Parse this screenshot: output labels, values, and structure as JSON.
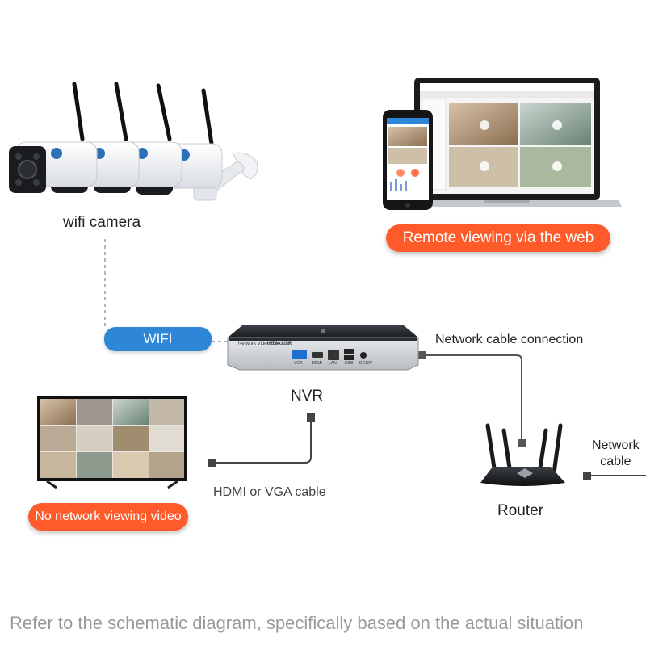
{
  "labels": {
    "wifi_camera": "wifi camera",
    "remote_viewing": "Remote viewing via the web",
    "wifi": "WIFI",
    "network_cable_connection": "Network cable connection",
    "nvr": "NVR",
    "hdmi_vga": "HDMI or VGA cable",
    "no_network_viewing": "No network viewing video",
    "router": "Router",
    "network_cable_line1": "Network",
    "network_cable_line2": "cable",
    "footer": "Refer to the schematic diagram, specifically based on the actual situation"
  },
  "nvr_panel": {
    "brand": "Network Video Recorder",
    "channels": "H.264 NVR",
    "port_vga": "VGA",
    "port_hdmi": "HDMI",
    "port_lan": "LAN",
    "port_usb": "USB",
    "port_power": "DC12V"
  },
  "colors": {
    "accent_orange": "#ff5a2a",
    "accent_blue": "#2d87d6",
    "footer_gray": "#9a9a9a"
  }
}
